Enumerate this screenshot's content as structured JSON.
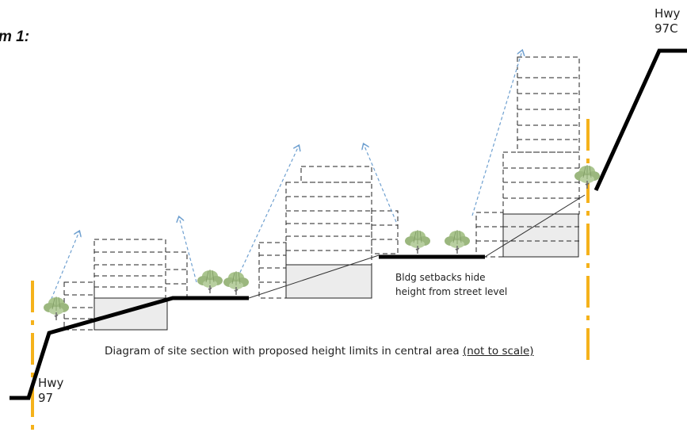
{
  "figure": {
    "title_fragment": "m 1:",
    "caption": {
      "main": "Diagram of site section with proposed height limits in central area ",
      "underlined": "(not to scale)"
    },
    "note": {
      "line1": "Bldg setbacks hide",
      "line2": "height from street level"
    }
  },
  "highways": {
    "left": {
      "line1": "Hwy",
      "line2": "97"
    },
    "right": {
      "line1": "Hwy",
      "line2": "97C"
    }
  },
  "colors": {
    "ground": "#000000",
    "boundary": "#f5b21b",
    "sightline_arrow": "#6fa0d0",
    "building_dash": "#222222",
    "podium_fill": "#ececec",
    "tree": "#9bb77e"
  },
  "icons": {
    "tree": "tree-icon",
    "arrow": "dashed-arrow-icon"
  }
}
